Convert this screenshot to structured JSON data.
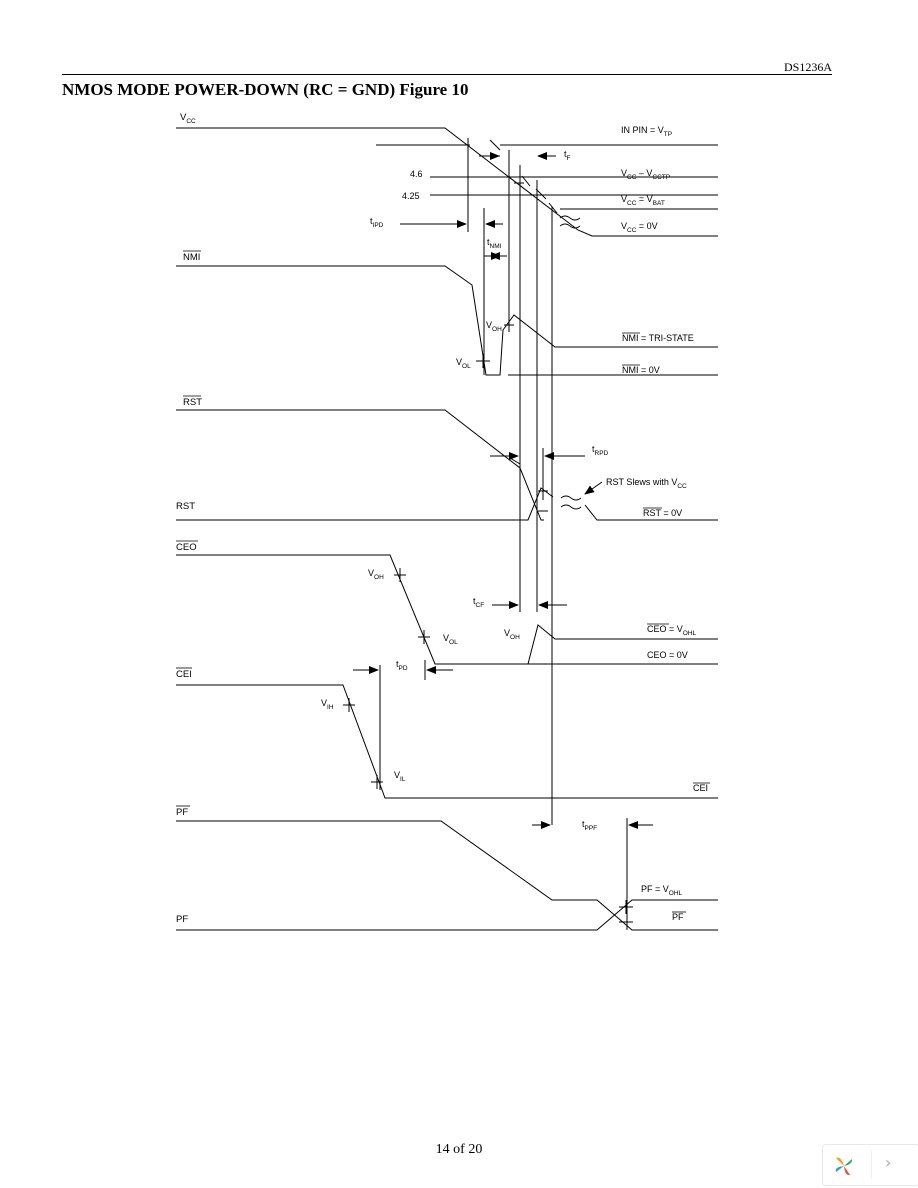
{
  "header": {
    "doc_id": "DS1236A"
  },
  "title": "NMOS MODE POWER-DOWN (RC = GND) Figure 10",
  "footer": {
    "page": "14 of 20"
  },
  "nav": {
    "logo_icon": "pinwheel-logo-icon",
    "next_icon": "chevron-right-icon",
    "next_glyph": "›"
  },
  "diagram": {
    "signals": {
      "vcc": {
        "main": "V",
        "sub": "CC"
      },
      "nmi": {
        "main": "NMI"
      },
      "rst_bar": {
        "main": "RST"
      },
      "rst": {
        "main": "RST"
      },
      "ceo": {
        "main": "CEO"
      },
      "cei": {
        "main": "CEI"
      },
      "pf_bar": {
        "main": "PF"
      },
      "pf": {
        "main": "PF"
      }
    },
    "levels": {
      "in_pin": {
        "main": "IN PIN = V",
        "sub": "TP"
      },
      "v46": {
        "main": "4.6"
      },
      "v425": {
        "main": "4.25"
      },
      "vcc_cctp": {
        "main": "V",
        "sub": "CC",
        "main2": " – V",
        "sub2": "CCTP"
      },
      "vcc_bat": {
        "main": "V",
        "sub": "CC",
        "main2": " = V",
        "sub2": "BAT"
      },
      "vcc_0v": {
        "main": "V",
        "sub": "CC",
        "main2": " = 0V"
      },
      "nmi_tri": {
        "main": "NMI",
        "main2": " = TRI-STATE"
      },
      "nmi_0v": {
        "main": "NMI",
        "main2": " = 0V"
      },
      "rst_slew": {
        "main": "RST Slews with V",
        "sub": "CC"
      },
      "rst_0v": {
        "main": "RST",
        "main2": " = 0V"
      },
      "ceo_ohl": {
        "main": "CEO",
        "main2": " = V",
        "sub2": "OHL"
      },
      "ceo_0v": {
        "main": "CEO = 0V"
      },
      "cei_end": {
        "main": "CEI"
      },
      "pf_ohl": {
        "main": "PF = V",
        "sub": "OHL"
      },
      "pf_end": {
        "main": "PF"
      }
    },
    "timings": {
      "tf": {
        "main": "t",
        "sub": "F"
      },
      "tipd": {
        "main": "t",
        "sub": "IPD"
      },
      "tnmi": {
        "main": "t",
        "sub": "NMI"
      },
      "trpd": {
        "main": "t",
        "sub": "RPD"
      },
      "tcf": {
        "main": "t",
        "sub": "CF"
      },
      "tpd": {
        "main": "t",
        "sub": "PD"
      },
      "tppf": {
        "main": "t",
        "sub": "PPF"
      }
    },
    "thresholds": {
      "von": {
        "main": "V",
        "sub": "OH"
      },
      "vol_nmi": {
        "main": "V",
        "sub": "OL"
      },
      "voh_ceo": {
        "main": "V",
        "sub": "OH"
      },
      "vol_ceo": {
        "main": "V",
        "sub": "OL"
      },
      "voh2": {
        "main": "V",
        "sub": "OH"
      },
      "vih": {
        "main": "V",
        "sub": "IH"
      },
      "vil": {
        "main": "V",
        "sub": "IL"
      }
    }
  }
}
